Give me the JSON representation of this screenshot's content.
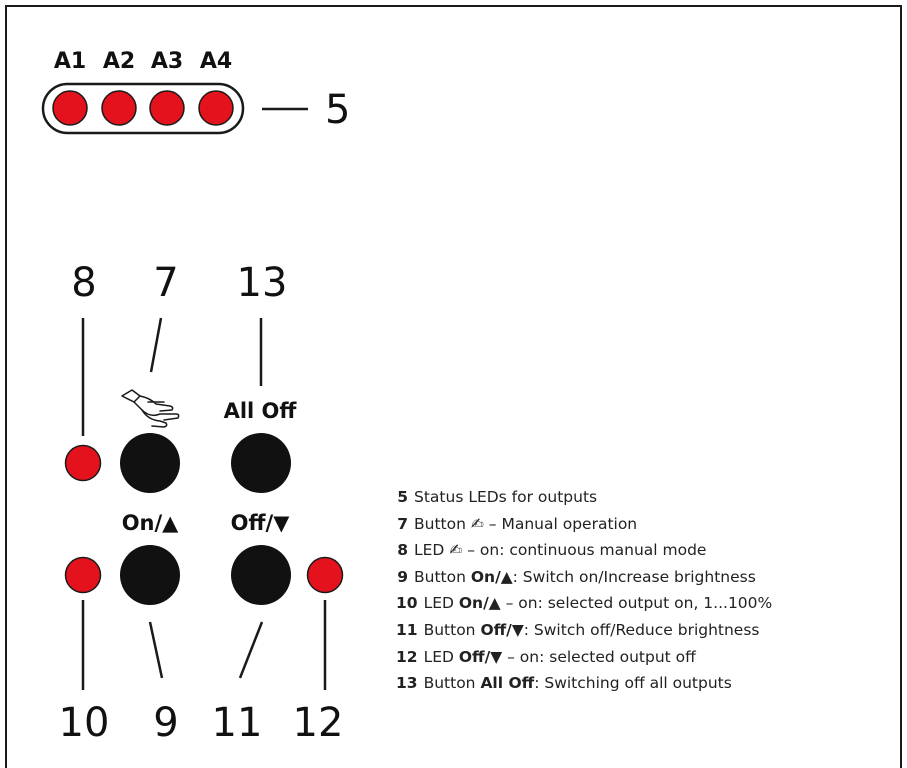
{
  "colors": {
    "led_red": "#e4121d",
    "button_black": "#111111",
    "line": "#1a1a1a"
  },
  "led_bar": {
    "headers": [
      "A1",
      "A2",
      "A3",
      "A4"
    ],
    "callout": "5"
  },
  "callouts": {
    "top": [
      "8",
      "7",
      "13"
    ],
    "bottom": [
      "10",
      "9",
      "11",
      "12"
    ]
  },
  "button_labels": {
    "manual_icon": "pointing-hand-icon",
    "all_off": "All Off",
    "on_up": "On/▲",
    "off_down": "Off/▼"
  },
  "legend": [
    {
      "num": "5",
      "parts": [
        "Status LEDs for outputs"
      ]
    },
    {
      "num": "7",
      "parts": [
        "Button ",
        "✍",
        " – Manual operation"
      ]
    },
    {
      "num": "8",
      "parts": [
        "LED ",
        "✍",
        " – on: continuous manual mode"
      ]
    },
    {
      "num": "9",
      "parts": [
        "Button ",
        "On/▲",
        ": Switch on/Increase brightness"
      ]
    },
    {
      "num": "10",
      "parts": [
        "LED ",
        "On/▲",
        " – on: selected output on, 1...100%"
      ]
    },
    {
      "num": "11",
      "parts": [
        "Button ",
        "Off/▼",
        ": Switch off/Reduce brightness"
      ]
    },
    {
      "num": "12",
      "parts": [
        "LED ",
        "Off/▼",
        " – on: selected output off"
      ]
    },
    {
      "num": "13",
      "parts": [
        "Button ",
        "All Off",
        ": Switching off all outputs"
      ]
    }
  ]
}
